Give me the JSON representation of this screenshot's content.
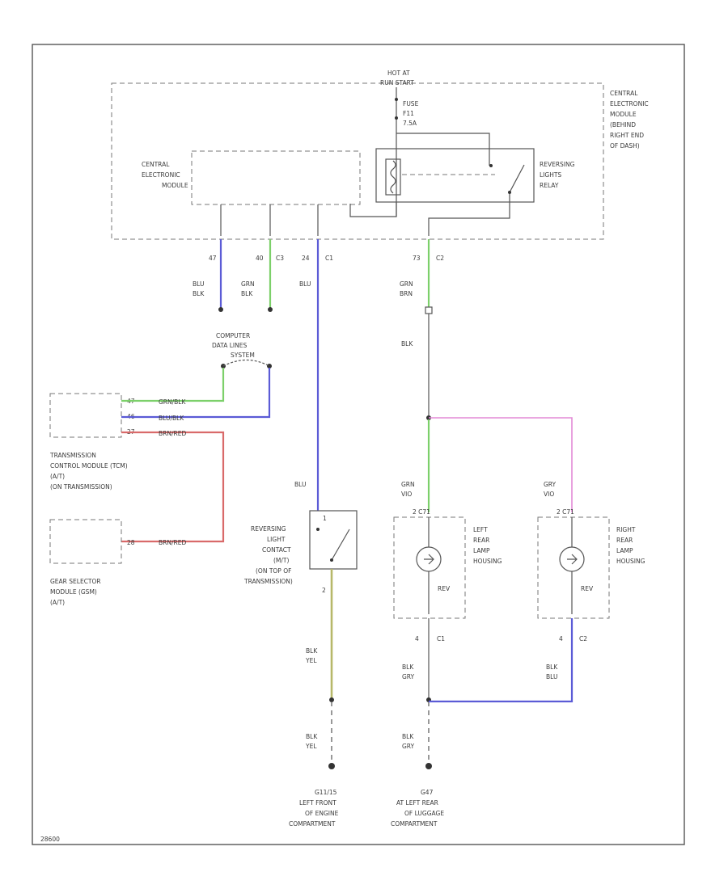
{
  "title_block": {
    "fuse_header": [
      "HOT AT",
      "RUN START"
    ],
    "fuse": [
      "FUSE",
      "F11",
      "7.5A"
    ],
    "footer_code": "28600"
  },
  "modules": {
    "cem_outer": [
      "CENTRAL",
      "ELECTRONIC",
      "MODULE",
      "(BEHIND",
      "RIGHT END",
      "OF DASH)"
    ],
    "cem_inner": [
      "CENTRAL",
      "ELECTRONIC",
      "MODULE"
    ],
    "relay": [
      "REVERSING",
      "LIGHTS",
      "RELAY"
    ],
    "tcm": [
      "TRANSMISSION",
      "CONTROL MODULE (TCM)",
      "(A/T)",
      "(ON TRANSMISSION)"
    ],
    "gsm": [
      "GEAR SELECTOR",
      "MODULE (GSM)",
      "(A/T)"
    ],
    "switch": [
      "REVERSING",
      "LIGHT",
      "CONTACT",
      "(M/T)",
      "(ON TOP OF",
      "TRANSMISSION)"
    ],
    "left_lamp": [
      "LEFT",
      "REAR",
      "LAMP",
      "HOUSING"
    ],
    "right_lamp": [
      "RIGHT",
      "REAR",
      "LAMP",
      "HOUSING"
    ],
    "data_lines": [
      "COMPUTER",
      "DATA LINES",
      "SYSTEM"
    ],
    "gnd_left": [
      "G11/15",
      "LEFT FRONT",
      "OF ENGINE",
      "COMPARTMENT"
    ],
    "gnd_right": [
      "G47",
      "AT LEFT REAR",
      "OF LUGGAGE",
      "COMPARTMENT"
    ]
  },
  "pins": {
    "p47": "47",
    "p40": "40",
    "c3": "C3",
    "p24": "24",
    "c1": "C1",
    "p73": "73",
    "c2": "C2",
    "sw_top": "1",
    "sw_bot": "2",
    "ll_top": "2 C71",
    "ll_bot": "4",
    "ll_bot_c": "C1",
    "rl_top": "2 C71",
    "rl_bot": "4",
    "rl_bot_c": "C2",
    "tcm_1": "47",
    "tcm_2": "46",
    "tcm_3": "27",
    "gsm_1": "28"
  },
  "wire_labels": {
    "w47": [
      "BLU",
      "BLK"
    ],
    "w40": [
      "GRN",
      "BLK"
    ],
    "w24": [
      "BLU"
    ],
    "w73": [
      "GRN",
      "BRN"
    ],
    "blk": "BLK",
    "tcm_grn": "GRN/BLK",
    "tcm_blu": "BLU/BLK",
    "tcm_red": "BRN/RED",
    "gsm_red": "BRN/RED",
    "sw_blu": "BLU",
    "ll_grn": [
      "GRN",
      "VIO"
    ],
    "rl_gry": [
      "GRY",
      "VIO"
    ],
    "sw_out": [
      "BLK",
      "YEL"
    ],
    "ll_out": [
      "BLK",
      "GRY"
    ],
    "rl_out": [
      "BLK",
      "BLU"
    ],
    "g1": [
      "BLK",
      "YEL"
    ],
    "g2": [
      "BLK",
      "GRY"
    ],
    "rev": "REV"
  }
}
